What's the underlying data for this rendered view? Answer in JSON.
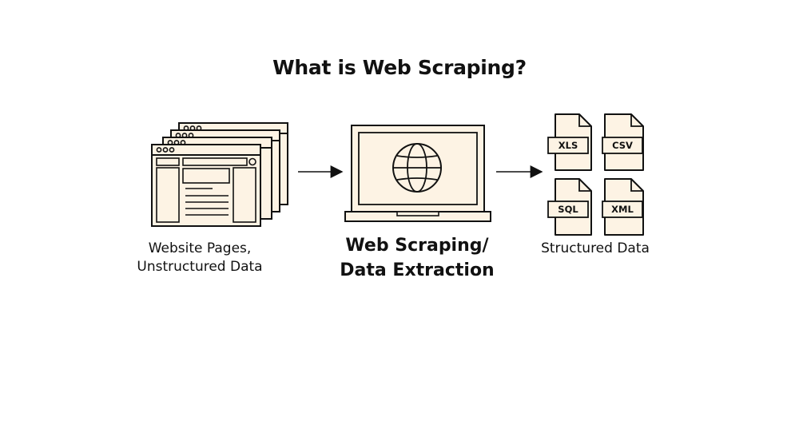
{
  "title": "What is Web Scraping?",
  "left_caption": [
    "Website Pages,",
    "Unstructured Data"
  ],
  "center_caption": [
    "Web Scraping/",
    "Data Extraction"
  ],
  "right_caption": "Structured Data",
  "file_types": [
    "XLS",
    "CSV",
    "SQL",
    "XML"
  ],
  "icons": {
    "pages": "browser-windows-stack-icon",
    "laptop": "laptop-globe-icon",
    "files": "file-document-icon"
  },
  "colors": {
    "fill": "#fdf3e4",
    "stroke": "#111111"
  }
}
